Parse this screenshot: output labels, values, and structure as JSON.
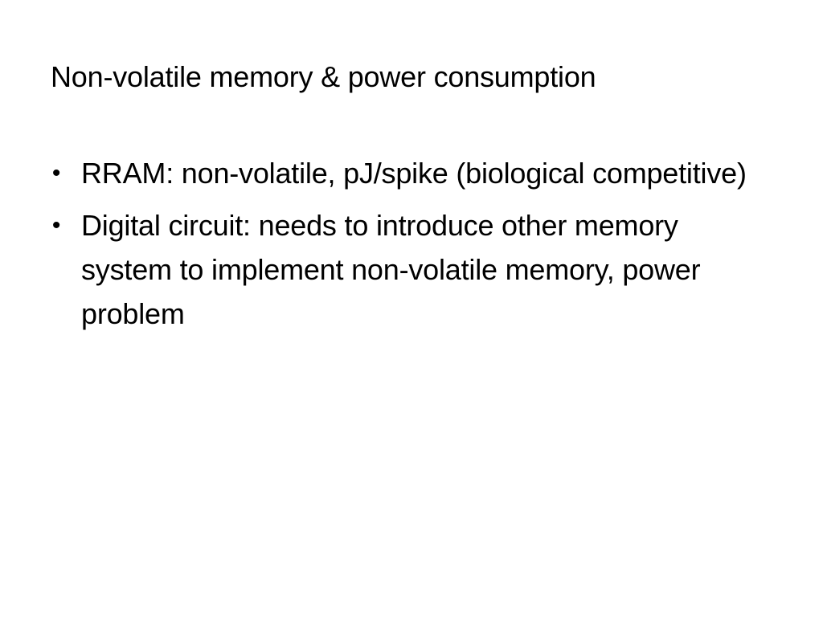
{
  "slide": {
    "title": "Non-volatile memory & power consumption",
    "bullet_symbol": "•",
    "bullets": [
      {
        "text": "RRAM: non-volatile, pJ/spike (biological competitive)"
      },
      {
        "text": "Digital circuit: needs to introduce other memory system to implement non-volatile memory, power problem"
      }
    ]
  }
}
